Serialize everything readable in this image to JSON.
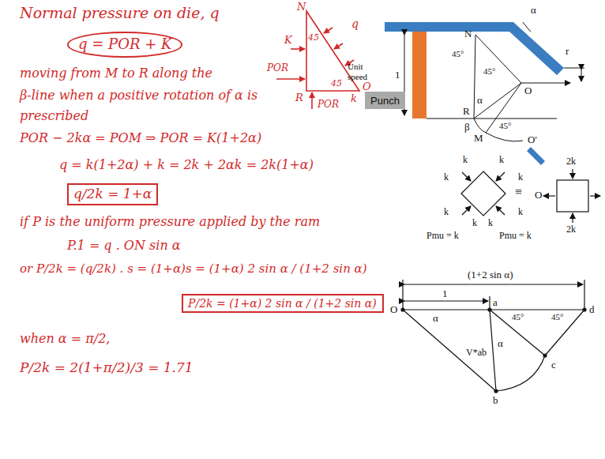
{
  "diagram": {
    "nodes": [
      {
        "text": [
          "Punch"
        ]
      }
    ],
    "labels": [
      "Normal pressure on die, q",
      "q = POR + K",
      "moving from M to R along the",
      "β-line when a positive rotation of α is",
      "prescribed",
      "POR − 2kα = POM ⇒ POR = K(1+2α)",
      "q = k(1+2α) + k = 2k + 2αk = 2k(1+α)",
      "q/2k = 1+α",
      "if P is the uniform pressure applied by the ram",
      "P.1 = q . ON sin α",
      "or P/2k = (q/2k) . s = (1+α)s = (1+α) 2 sin α / (1+2 sin α)",
      "P/2k = (1+α) 2 sin α / (1+2 sin α)",
      "when α = π/2,",
      "P/2k = 2(1+π/2)/3 = 1.71",
      "N",
      "K",
      "45",
      "q",
      "POR",
      "R",
      "O",
      "k",
      "45",
      "POR",
      "α",
      "N",
      "45°",
      "45°",
      "O",
      "r",
      "1",
      "Unit speed",
      "R",
      "β",
      "α",
      "45°",
      "M",
      "O'",
      "k",
      "k",
      "k",
      "k",
      "k",
      "k",
      "k",
      "k",
      "Pmu = k",
      "Pmu = k",
      "2k",
      "O",
      "2k",
      "(1+2 sin α)",
      "1",
      "O",
      "a",
      "d",
      "α",
      "45°",
      "45°",
      "α",
      "V*ab",
      "c",
      "b",
      "≡"
    ]
  }
}
